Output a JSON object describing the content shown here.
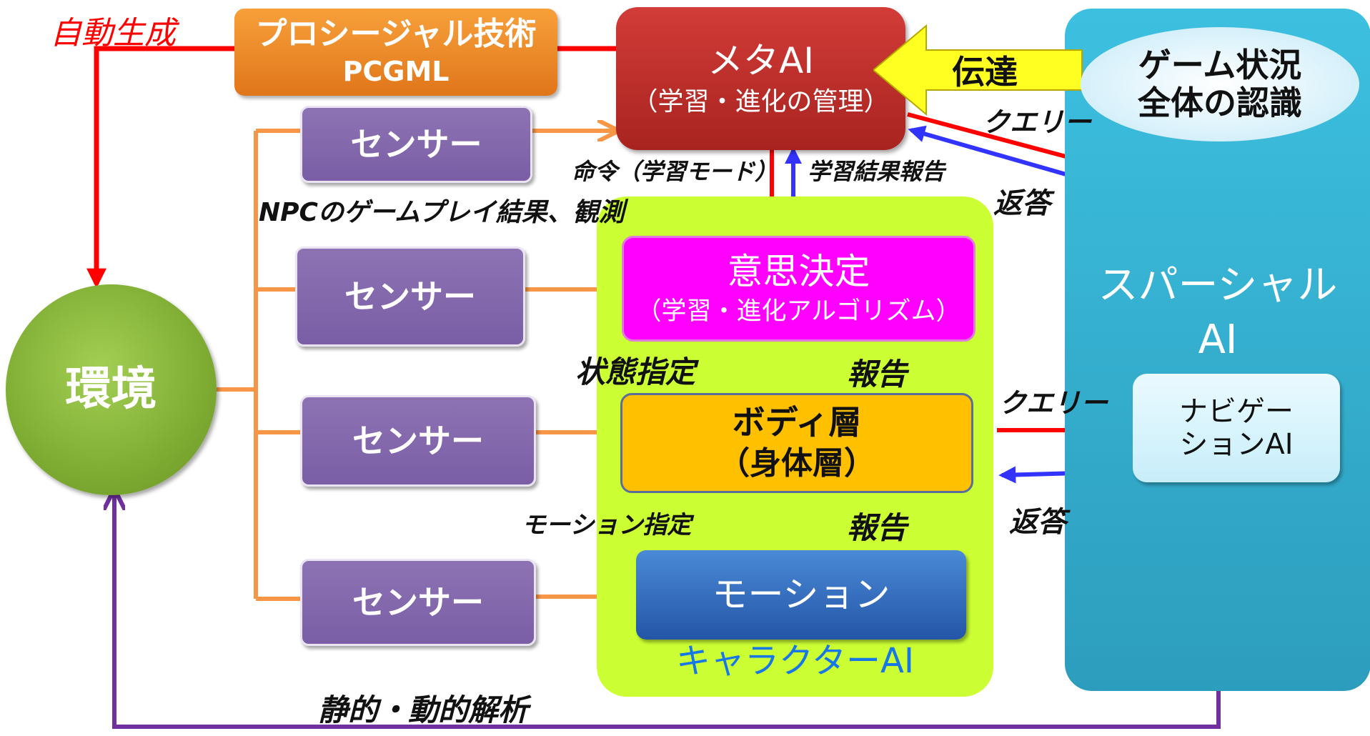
{
  "labels": {
    "auto_generate": "自動生成",
    "procedural_title": "プロシージャル技術",
    "procedural_sub": "PCGML",
    "meta_ai_title": "メタAI",
    "meta_ai_sub": "（学習・進化の管理）",
    "transmit": "伝達",
    "game_state_line1": "ゲーム状況",
    "game_state_line2": "全体の認識",
    "query_top": "クエリー",
    "answer_top": "返答",
    "command": "命令（学習モード）",
    "learning_report": "学習結果報告",
    "npc_result": "NPCのゲームプレイ結果、観測",
    "sensor": "センサー",
    "environment": "環境",
    "decision_title": "意思決定",
    "decision_sub": "（学習・進化アルゴリズム）",
    "state_spec": "状態指定",
    "report1": "報告",
    "body_title": "ボディ層",
    "body_sub": "（身体層）",
    "motion_spec": "モーション指定",
    "report2": "報告",
    "motion": "モーション",
    "character_ai": "キャラクターAI",
    "spatial_ai_line1": "スパーシャル",
    "spatial_ai_line2": "AI",
    "query_mid": "クエリー",
    "answer_mid": "返答",
    "nav_ai_line1": "ナビゲー",
    "nav_ai_line2": "ションAI",
    "static_dynamic": "静的・動的解析"
  },
  "colors": {
    "red_arrow": "#ff0000",
    "blue_arrow": "#3333ff",
    "orange_connector": "#f79646",
    "purple_connector": "#7030a0",
    "character_ai_bg": "#ccff33",
    "spatial_ai_bg": "#31b3d5"
  }
}
